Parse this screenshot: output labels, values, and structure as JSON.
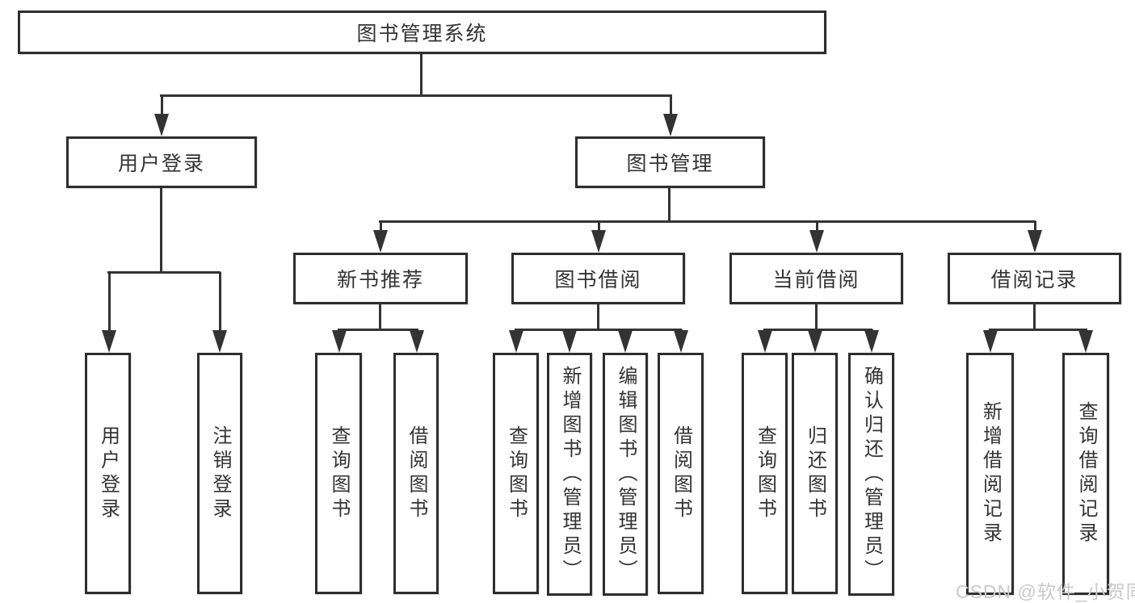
{
  "diagram": {
    "root": {
      "label": "图书管理系统"
    },
    "level2": [
      {
        "label": "用户登录"
      },
      {
        "label": "图书管理"
      }
    ],
    "level3": [
      {
        "label": "新书推荐"
      },
      {
        "label": "图书借阅"
      },
      {
        "label": "当前借阅"
      },
      {
        "label": "借阅记录"
      }
    ],
    "leaves": {
      "login": [
        {
          "label": "用户登录"
        },
        {
          "label": "注销登录"
        }
      ],
      "recommend": [
        {
          "label": "查询图书"
        },
        {
          "label": "借阅图书"
        }
      ],
      "borrow": [
        {
          "label": "查询图书"
        },
        {
          "label": "新增图书（管理员）"
        },
        {
          "label": "编辑图书（管理员）"
        },
        {
          "label": "借阅图书"
        }
      ],
      "current": [
        {
          "label": "查询图书"
        },
        {
          "label": "归还图书"
        },
        {
          "label": "确认归还（管理员）"
        }
      ],
      "records": [
        {
          "label": "新增借阅记录"
        },
        {
          "label": "查询借阅记录"
        }
      ]
    }
  },
  "watermark": {
    "text": "CSDN @软件_小贺同学",
    "color": "#c9c9c9"
  },
  "colors": {
    "line": "#333333",
    "box_border": "#2e2e2e",
    "box_fill": "#ffffff",
    "text": "#333333",
    "background": "#ffffff"
  }
}
